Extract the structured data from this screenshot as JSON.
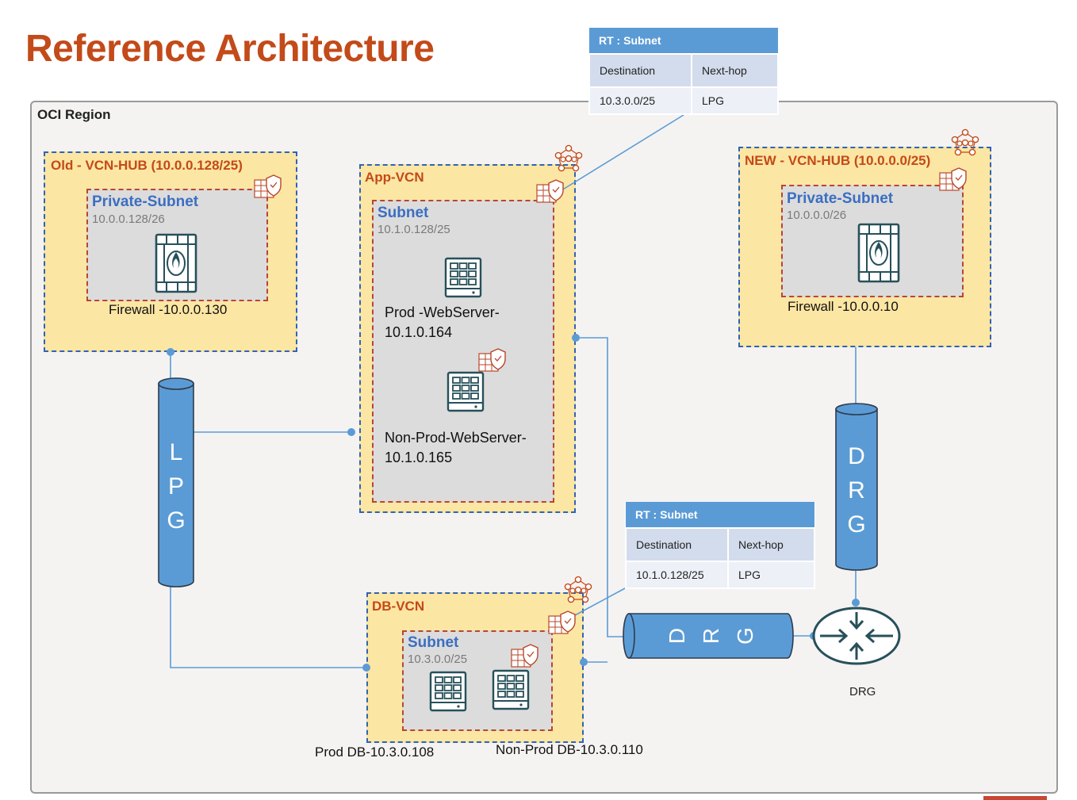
{
  "title": "Reference Architecture",
  "region": {
    "label": "OCI Region"
  },
  "old_hub": {
    "label": "Old - VCN-HUB (10.0.0.128/25)",
    "subnet_label": "Private-Subnet",
    "subnet_cidr": "10.0.0.128/26",
    "firewall_label": "Firewall -10.0.0.130"
  },
  "app_vcn": {
    "label": "App-VCN",
    "subnet_label": "Subnet",
    "subnet_cidr": "10.1.0.128/25",
    "prod_line1": "Prod -WebServer-",
    "prod_line2": "10.1.0.164",
    "nonprod_line1": "Non-Prod-WebServer-",
    "nonprod_line2": "10.1.0.165"
  },
  "new_hub": {
    "label": "NEW - VCN-HUB (10.0.0.0/25)",
    "subnet_label": "Private-Subnet",
    "subnet_cidr": "10.0.0.0/26",
    "firewall_label": "Firewall -10.0.0.10"
  },
  "db_vcn": {
    "label": "DB-VCN",
    "subnet_label": "Subnet",
    "subnet_cidr": "10.3.0.0/25",
    "prod_db_label": "Prod DB-10.3.0.108",
    "nonprod_db_label": "Non-Prod DB-10.3.0.110"
  },
  "route_table_top": {
    "title": "RT : Subnet",
    "col_destination": "Destination",
    "col_nexthop": "Next-hop",
    "destination": "10.3.0.0/25",
    "nexthop": "LPG"
  },
  "route_table_bottom": {
    "title": "RT : Subnet",
    "col_destination": "Destination",
    "col_nexthop": "Next-hop",
    "destination": "10.1.0.128/25",
    "nexthop": "LPG"
  },
  "lpg": {
    "label": "LPG"
  },
  "drg_vertical": {
    "label": "DRG"
  },
  "drg_horizontal": {
    "label": "DRG"
  },
  "drg_router": {
    "label": "DRG"
  },
  "colors": {
    "title": "#c34a19",
    "vcn_fill": "#fce6a3",
    "vcn_border": "#2f63b7",
    "subnet_border": "#b9472a",
    "cylinder": "#5b9bd5",
    "connector": "#5b9bd5",
    "table_header": "#5b9bd5"
  },
  "icons": [
    "firewall-icon",
    "server-icon",
    "security-list-icon",
    "vcn-network-icon",
    "router-icon"
  ]
}
